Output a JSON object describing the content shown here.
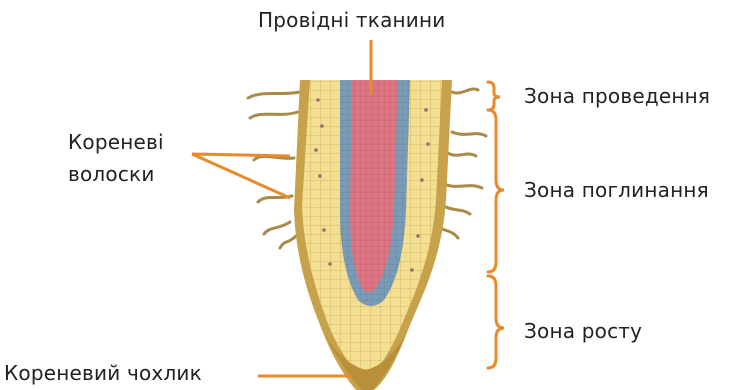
{
  "labels": {
    "conductive_tissues": "Провідні тканини",
    "root_hairs_line1": "Кореневі",
    "root_hairs_line2": "волоски",
    "root_cap": "Кореневий чохлик",
    "zone_conduction": "Зона проведення",
    "zone_absorption": "Зона поглинання",
    "zone_growth": "Зона росту"
  },
  "colors": {
    "leader_line": "#e8892a",
    "bracket": "#e8892a",
    "cortex": "#f2dd8c",
    "epidermis": "#c8a24a",
    "cap": "#b8903a",
    "endodermis": "#6f93b0",
    "stele": "#d9707e",
    "hair": "#a88a4a"
  }
}
